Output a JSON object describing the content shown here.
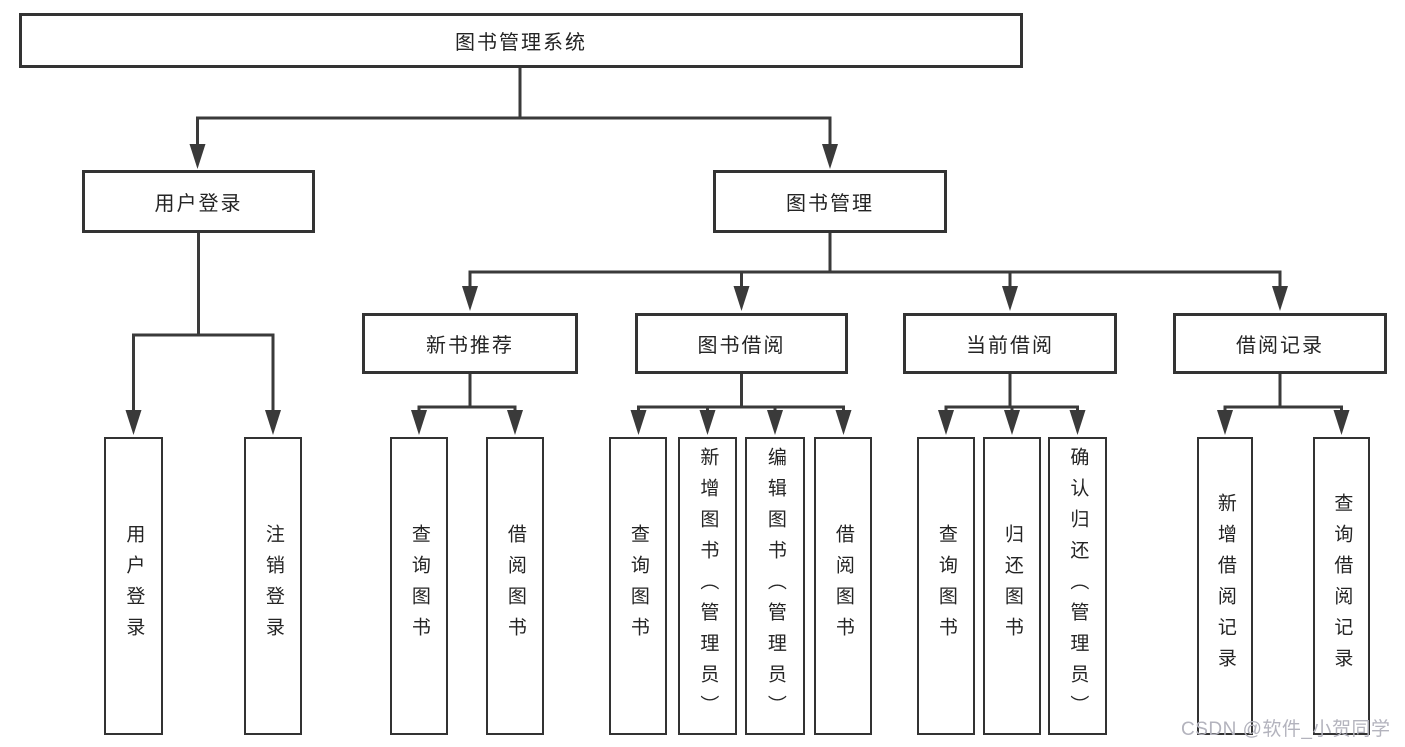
{
  "tree": {
    "label": "图书管理系统",
    "children": [
      {
        "label": "用户登录",
        "children": [
          {
            "label": "用户登录"
          },
          {
            "label": "注销登录"
          }
        ]
      },
      {
        "label": "图书管理",
        "children": [
          {
            "label": "新书推荐",
            "children": [
              {
                "label": "查询图书"
              },
              {
                "label": "借阅图书"
              }
            ]
          },
          {
            "label": "图书借阅",
            "children": [
              {
                "label": "查询图书"
              },
              {
                "label": "新增图书（管理员）"
              },
              {
                "label": "编辑图书（管理员）"
              },
              {
                "label": "借阅图书"
              }
            ]
          },
          {
            "label": "当前借阅",
            "children": [
              {
                "label": "查询图书"
              },
              {
                "label": "归还图书"
              },
              {
                "label": "确认归还（管理员）"
              }
            ]
          },
          {
            "label": "借阅记录",
            "children": [
              {
                "label": "新增借阅记录"
              },
              {
                "label": "查询借阅记录"
              }
            ]
          }
        ]
      }
    ]
  },
  "watermark": {
    "text": "CSDN @软件_小贺同学"
  },
  "colors": {
    "background": "#ffffff",
    "box_border": "#333333",
    "connector_line": "#3a3a3a",
    "text": "#242424",
    "watermark_text": "#b3b3bd"
  }
}
